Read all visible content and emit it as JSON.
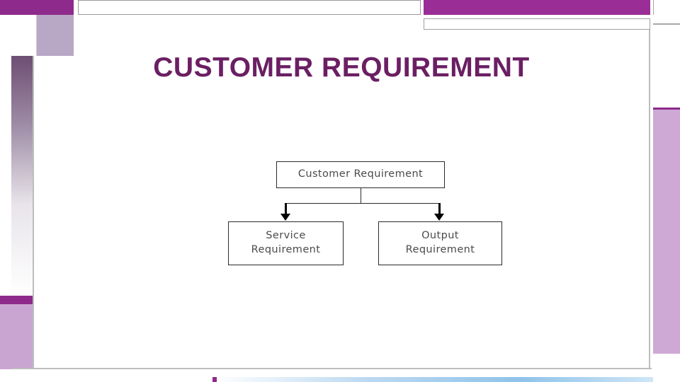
{
  "slide": {
    "title": "CUSTOMER REQUIREMENT",
    "title_color": "#6B1F63",
    "background": "#FFFFFF"
  },
  "diagram": {
    "type": "tree",
    "root": {
      "label": "Customer Requirement"
    },
    "children": [
      {
        "label": "Service\nRequirement",
        "line1": "Service",
        "line2": "Requirement"
      },
      {
        "label": "Output\nRequirement",
        "line1": "Output",
        "line2": "Requirement"
      }
    ],
    "node_border_color": "#2B2B2B",
    "node_text_color": "#4A4A4A",
    "arrow_color": "#000000"
  },
  "decor": {
    "purple": "#8E2A8B",
    "purple_alt": "#9B2D96",
    "lavender": "#C9A6D1",
    "lavender_right": "#CFA9D6",
    "light_purple_square": "#B9A7C6",
    "gradient_top": "#6E4E74",
    "frame_line": "#BDBDBD",
    "bottom_strip": "#8FC3EA"
  }
}
